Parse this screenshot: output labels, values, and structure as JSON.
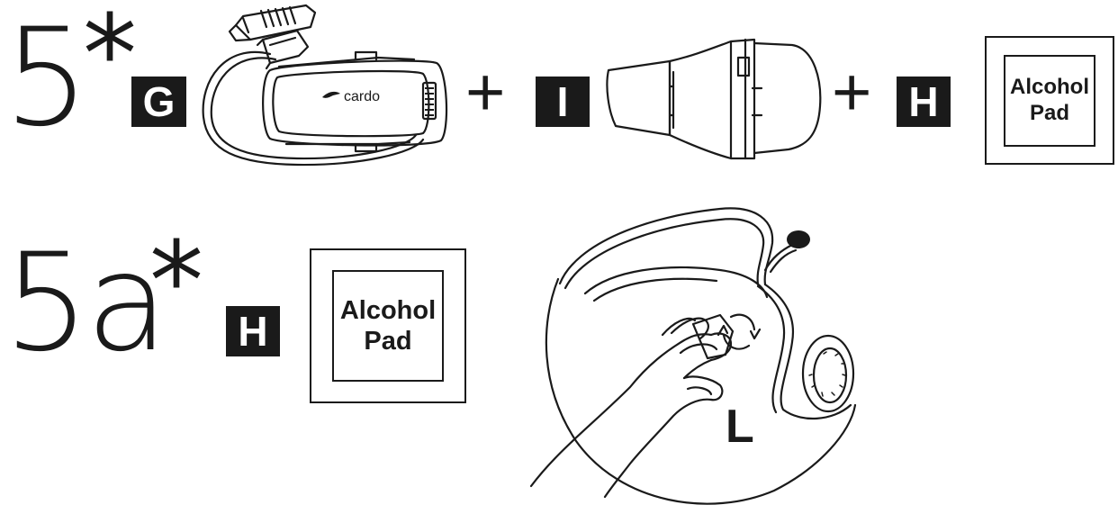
{
  "step_5": {
    "number": "5",
    "asterisk": "*",
    "item_g": "G",
    "plus_1": "+",
    "item_i": "I",
    "plus_2": "+",
    "item_h": "H",
    "device_logo": "cardo",
    "pad_line_1": "Alcohol",
    "pad_line_2": "Pad"
  },
  "step_5a": {
    "number": "5a",
    "asterisk": "*",
    "item_h": "H",
    "pad_line_1": "Alcohol",
    "pad_line_2": "Pad",
    "label_l": "L"
  }
}
